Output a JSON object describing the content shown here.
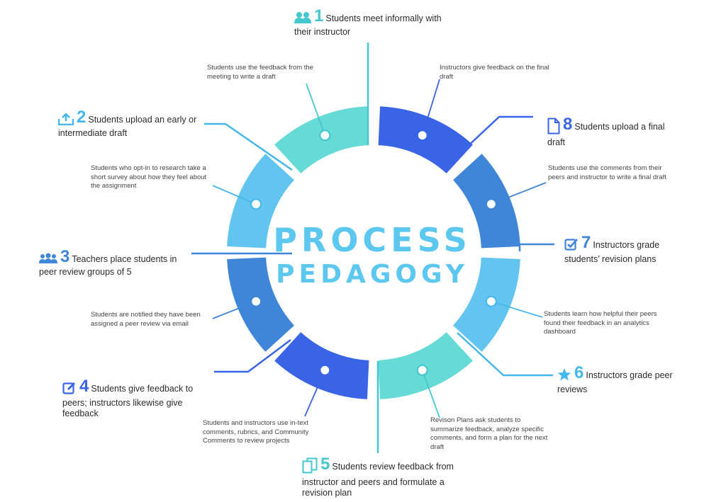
{
  "title": {
    "line1": "PROCESS",
    "line2": "PEDAGOGY"
  },
  "colors": {
    "teal": "#66dad4",
    "light_blue": "#62c5f0",
    "mid_blue": "#3f86d8",
    "royal_blue": "#3a64e6",
    "title_blue": "#5cc8f0"
  },
  "steps": [
    {
      "num": "1",
      "text": "Students meet informally with their instructor",
      "icon": "people-icon",
      "color": "#44c7cf"
    },
    {
      "num": "2",
      "text": "Students upload an early or intermediate draft",
      "icon": "upload-icon",
      "color": "#45b7ea"
    },
    {
      "num": "3",
      "text": "Teachers place students in peer review groups of 5",
      "icon": "group-icon",
      "color": "#3f86d8"
    },
    {
      "num": "4",
      "text": "Students give feedback to peers; instructors likewise give feedback",
      "icon": "edit-icon",
      "color": "#3a64e6"
    },
    {
      "num": "5",
      "text": "Students review feedback from instructor and peers and formulate a revision plan",
      "icon": "documents-icon",
      "color": "#44c7cf"
    },
    {
      "num": "6",
      "text": "Instructors grade peer reviews",
      "icon": "star-icon",
      "color": "#45b7ea"
    },
    {
      "num": "7",
      "text": "Instructors grade students’ revision plans",
      "icon": "checkbox-icon",
      "color": "#3f86d8"
    },
    {
      "num": "8",
      "text": "Students upload a final draft",
      "icon": "document-icon",
      "color": "#3a64e6"
    }
  ],
  "descriptions": [
    "Students use the feedback from the meeting to write a draft",
    "Students who opt-in to research take a short survey about how they feel about the assignment",
    "Students are notified they have been assigned a peer review via email",
    "Students and instructors use in-text comments, rubrics, and Community Comments to review projects",
    "Revison Plans ask students to summarize feedback, analyze specific comments, and form a plan for the next draft",
    "Students learn how helpful their peers found their feedback in an analytics dashboard",
    "Students use the comments from their peers and instructor to write a final draft",
    "Instructors give feedback on the final draft"
  ]
}
